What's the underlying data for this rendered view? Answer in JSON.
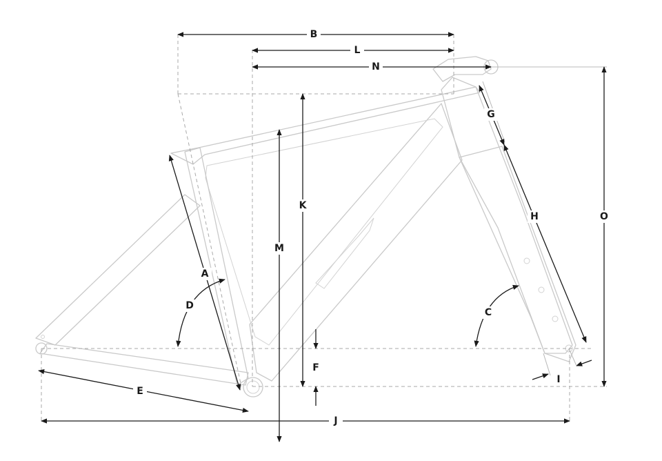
{
  "diagram": {
    "type": "bicycle-frame-geometry",
    "colors": {
      "frame": "#c9c9c9",
      "reference_lines": "#a9a9a9",
      "dimensions": "#1a1a1a",
      "background": "#ffffff"
    },
    "labels": {
      "A": "A",
      "B": "B",
      "C": "C",
      "D": "D",
      "E": "E",
      "F": "F",
      "G": "G",
      "H": "H",
      "I": "I",
      "J": "J",
      "K": "K",
      "L": "L",
      "M": "M",
      "N": "N",
      "O": "O"
    }
  }
}
